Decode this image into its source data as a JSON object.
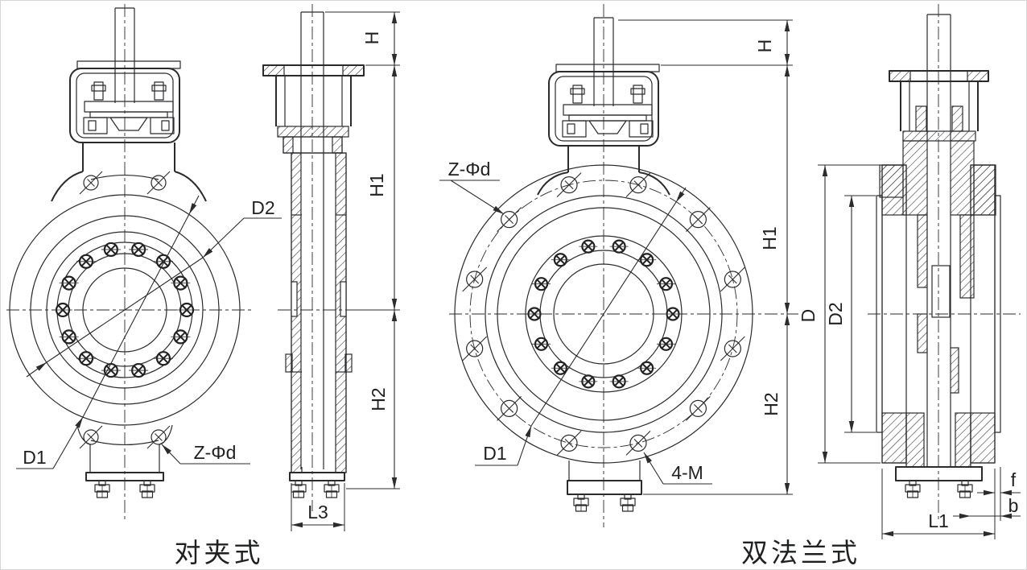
{
  "drawing": {
    "background": "#ffffff",
    "line_color": "#2a2b2d",
    "captions": {
      "wafer": "对夹式",
      "double_flange": "双法兰式"
    },
    "wafer_valve": {
      "dims": {
        "h": "H",
        "h1": "H1",
        "h2": "H2",
        "l3": "L3",
        "d1": "D1",
        "d2": "D2",
        "bolt_holes": "Z-Φd"
      }
    },
    "double_flange_valve": {
      "dims": {
        "h": "H",
        "h1": "H1",
        "h2": "H2",
        "l1": "L1",
        "d": "D",
        "d1": "D1",
        "d2": "D2",
        "bolt_holes": "Z-Φd",
        "tapped_holes": "4-M",
        "f": "f",
        "b": "b"
      }
    }
  }
}
